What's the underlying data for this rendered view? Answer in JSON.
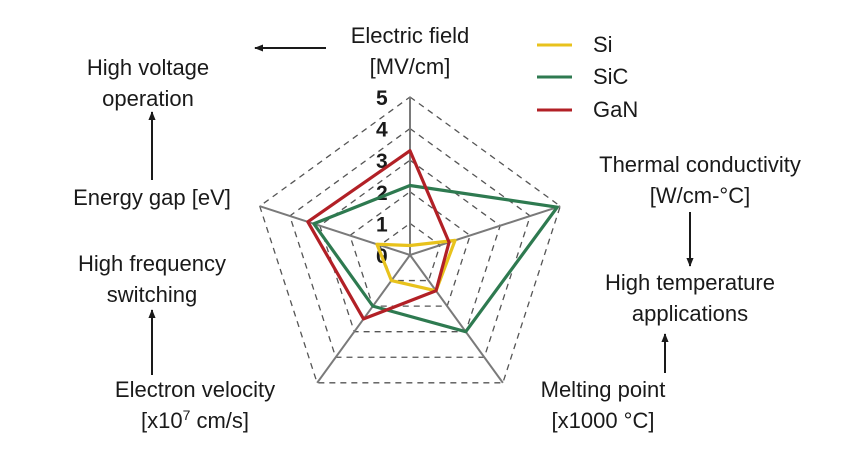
{
  "chart_data": {
    "type": "radar",
    "axes": [
      {
        "key": "electric_field",
        "line1": "Electric field",
        "line2": "[MV/cm]"
      },
      {
        "key": "thermal_conductivity",
        "line1": "Thermal conductivity",
        "line2": "[W/cm-°C]"
      },
      {
        "key": "melting_point",
        "line1": "Melting point",
        "line2": "[x1000 °C]"
      },
      {
        "key": "electron_velocity",
        "line1": "Electron velocity",
        "line2_pre": "[x10",
        "line2_sup": "7",
        "line2_post": " cm/s]"
      },
      {
        "key": "energy_gap",
        "line1": "Energy gap [eV]",
        "line2": ""
      }
    ],
    "ticks": [
      "0",
      "1",
      "2",
      "3",
      "4",
      "5"
    ],
    "rmax": 5,
    "series": [
      {
        "name": "Si",
        "color": "#e8c21c",
        "values": [
          0.3,
          1.5,
          1.4,
          1.0,
          1.1
        ]
      },
      {
        "name": "SiC",
        "color": "#2e7a50",
        "values": [
          2.2,
          4.9,
          3.0,
          2.0,
          3.2
        ]
      },
      {
        "name": "GaN",
        "color": "#b22026",
        "values": [
          3.3,
          1.3,
          1.4,
          2.5,
          3.4
        ]
      }
    ],
    "grid": "dashed-pentagon",
    "legend": "top-right"
  },
  "annotations": {
    "high_voltage_1": "High voltage",
    "high_voltage_2": "operation",
    "high_frequency_1": "High frequency",
    "high_frequency_2": "switching",
    "high_temp_1": "High temperature",
    "high_temp_2": "applications"
  }
}
